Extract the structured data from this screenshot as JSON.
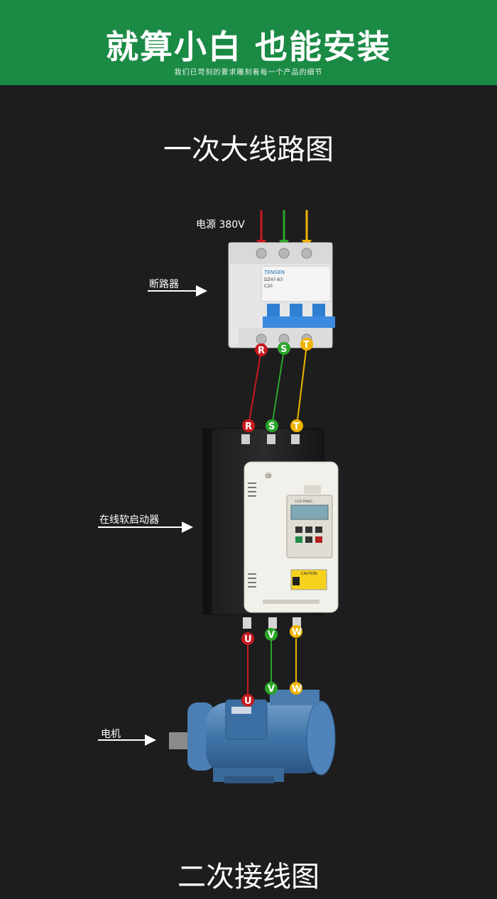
{
  "banner": {
    "title": "就算小白 也能安装",
    "subtitle": "我们已苛刻的要求雕刻着每一个产品的细节",
    "color": "#1b8a45"
  },
  "sections": {
    "primary_title": "一次大线路图",
    "secondary_title": "二次接线图"
  },
  "labels": {
    "power": "电源 380V",
    "breaker": "断路器",
    "soft_starter": "在线软启动器",
    "motor": "电机"
  },
  "breaker": {
    "brand": "TENGEN",
    "model": "DZ47-63",
    "rating": "C20"
  },
  "soft_starter": {
    "panel_label": "LCD PANEL",
    "caution": "CAUTION",
    "badge": "CE"
  },
  "phase_colors": {
    "red": "#c8191e",
    "green": "#2aa52a",
    "yellow": "#f0b400"
  },
  "input_terminals": [
    "R",
    "S",
    "T"
  ],
  "output_terminals": [
    "U",
    "V",
    "W"
  ]
}
